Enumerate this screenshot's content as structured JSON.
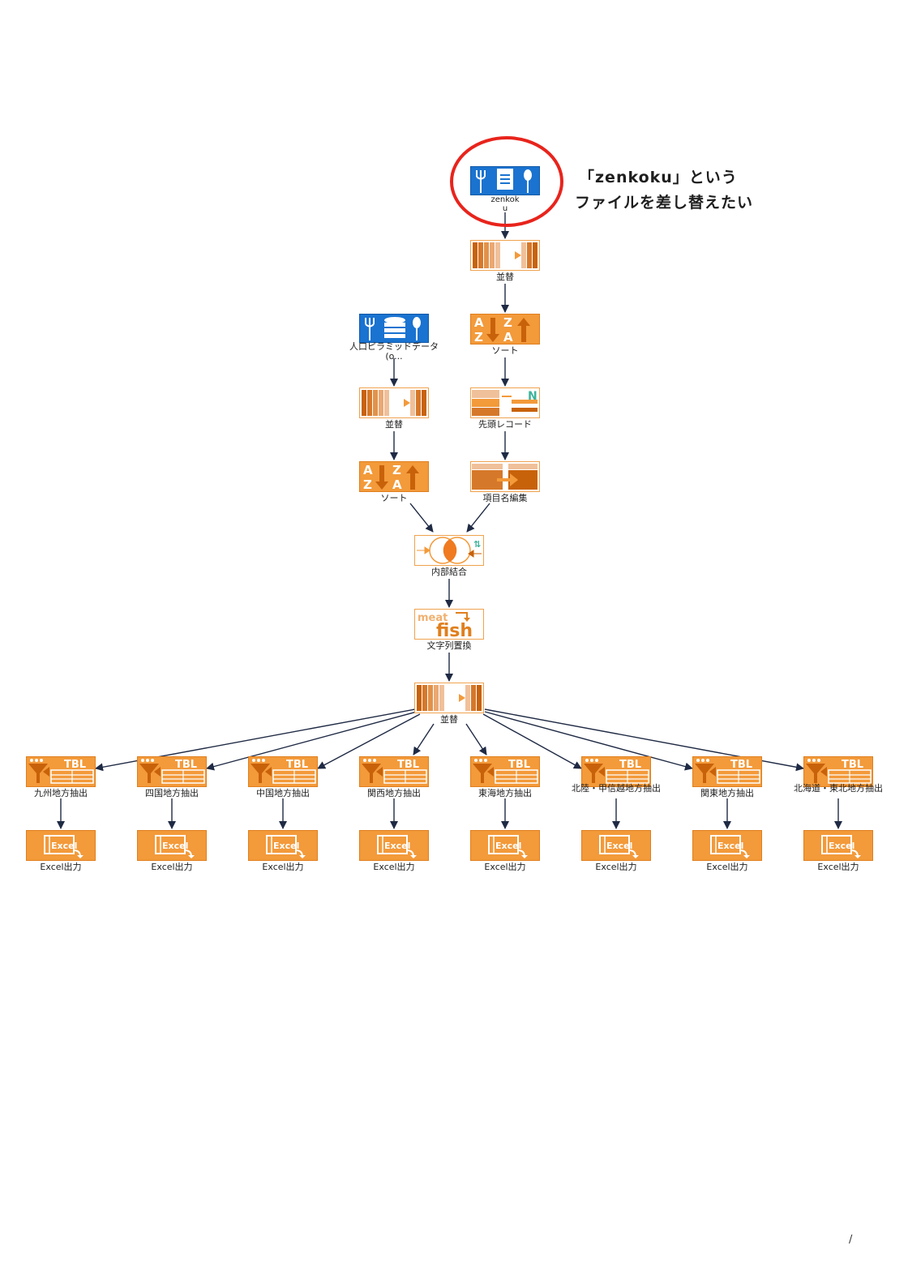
{
  "annotation": {
    "line1": "「zenkoku」という",
    "line2": "ファイルを差し替えたい",
    "highlight_color": "#e8241c"
  },
  "colors": {
    "node_orange": "#f39a3a",
    "node_blue": "#1a73d0",
    "arrow": "#1f2a44"
  },
  "nodes": {
    "zenkoku": {
      "label": "zenkok\nu",
      "icon": "file-input-icon"
    },
    "sort_cols_right": {
      "label": "並替",
      "icon": "column-reorder-icon"
    },
    "sort_right": {
      "label": "ソート",
      "icon": "sort-az-icon"
    },
    "head_record": {
      "label": "先頭レコード",
      "icon": "head-record-icon"
    },
    "rename_fields": {
      "label": "項目名編集",
      "icon": "rename-fields-icon"
    },
    "pyramid_db": {
      "label": "人口ピラミッドデータ(o...",
      "icon": "database-input-icon"
    },
    "sort_cols_left": {
      "label": "並替",
      "icon": "column-reorder-icon"
    },
    "sort_left": {
      "label": "ソート",
      "icon": "sort-az-icon"
    },
    "inner_join": {
      "label": "内部結合",
      "icon": "inner-join-icon"
    },
    "string_replace": {
      "label": "文字列置換",
      "icon": "string-replace-icon",
      "icon_text_top": "meat",
      "icon_text_bottom": "fish"
    },
    "sort_cols_center": {
      "label": "並替",
      "icon": "column-reorder-icon"
    }
  },
  "extracts": [
    {
      "label": "九州地方抽出"
    },
    {
      "label": "四国地方抽出"
    },
    {
      "label": "中国地方抽出"
    },
    {
      "label": "関西地方抽出"
    },
    {
      "label": "東海地方抽出"
    },
    {
      "label": "北陸・甲信越地方抽出"
    },
    {
      "label": "関東地方抽出"
    },
    {
      "label": "北海道・東北地方抽出"
    }
  ],
  "extract_icon_text": "TBL",
  "excel_outputs": [
    {
      "label": "Excel出力"
    },
    {
      "label": "Excel出力"
    },
    {
      "label": "Excel出力"
    },
    {
      "label": "Excel出力"
    },
    {
      "label": "Excel出力"
    },
    {
      "label": "Excel出力"
    },
    {
      "label": "Excel出力"
    },
    {
      "label": "Excel出力"
    }
  ],
  "excel_icon_text": "Excel",
  "page_marker": "/"
}
